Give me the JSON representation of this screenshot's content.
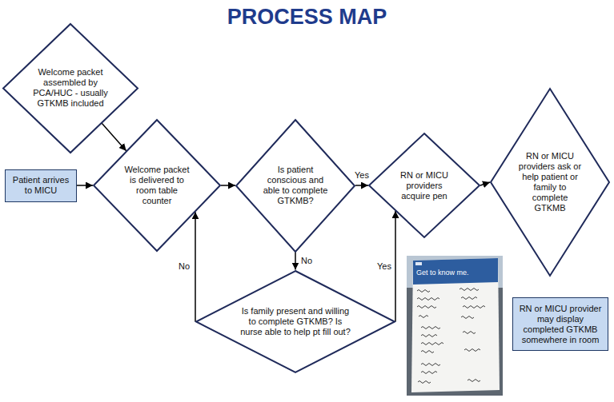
{
  "diagram": {
    "title": "PROCESS MAP",
    "nodes": [
      {
        "text": [
          "Welcome packet assembled by PCA/HUC - usually GTKMB included"
        ]
      },
      {
        "text": [
          "Patient arrives to MICU"
        ]
      },
      {
        "text": [
          "Welcome packet is delivered to room table counter"
        ]
      },
      {
        "text": [
          "Is patient conscious and able to complete GTKMB?"
        ]
      },
      {
        "text": [
          "Is family present and willing to complete GTKMB? Is nurse able to help pt fill out?"
        ]
      },
      {
        "text": [
          "RN or MICU providers acquire pen"
        ]
      },
      {
        "text": [
          "RN or MICU providers ask or help patient or family to complete GTKMB"
        ]
      },
      {
        "text": [
          "RN or MICU provider may display completed GTKMB somewhere in room"
        ]
      }
    ],
    "edges": [
      {
        "from": 0,
        "to": 2,
        "arrow": "to"
      },
      {
        "from": 1,
        "to": 2,
        "arrow": "to"
      },
      {
        "from": 2,
        "to": 3,
        "arrow": "to"
      },
      {
        "from": 3,
        "to": 5,
        "label": "Yes",
        "arrow": "to"
      },
      {
        "from": 3,
        "to": 4,
        "label": "No",
        "arrow": "to"
      },
      {
        "from": 4,
        "to": 2,
        "label": "No",
        "arrow": "to"
      },
      {
        "from": 4,
        "to": 5,
        "label": "Yes",
        "arrow": "to"
      },
      {
        "from": 5,
        "to": 6,
        "arrow": "to"
      }
    ],
    "labels": [
      "Get to know me."
    ]
  }
}
